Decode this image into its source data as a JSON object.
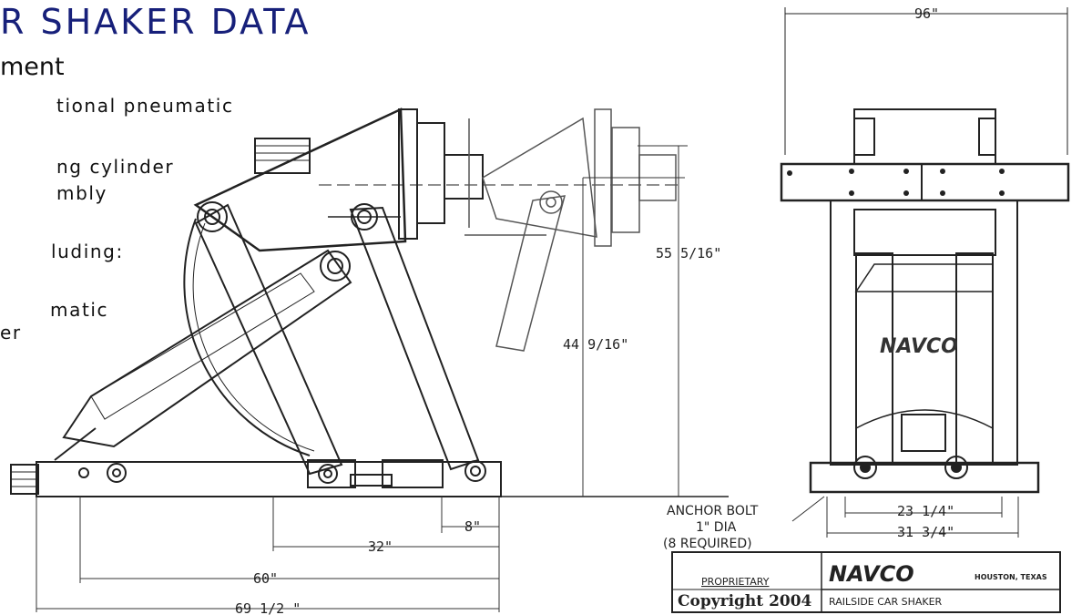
{
  "header": {
    "title": "R SHAKER DATA",
    "subhead": "ment"
  },
  "bullets": [
    "tional pneumatic",
    "ng cylinder",
    "mbly",
    "luding:",
    "matic",
    "er"
  ],
  "dimensions": {
    "width_top": "96\"",
    "height_outer": "55 5/16\"",
    "height_inner": "44 9/16\"",
    "d8": "8\"",
    "d32": "32\"",
    "d60": "60\"",
    "d69": "69 1/2 \"",
    "d23": "23 1/4\"",
    "d31": "31 3/4\""
  },
  "anchor_note": [
    "ANCHOR BOLT",
    "1\" DIA",
    "(8 REQUIRED)"
  ],
  "front_logo": "NAVCO",
  "title_block": {
    "proprietary": "PROPRIETARY",
    "copyright": "Copyright 2004",
    "logo": "NAVCO",
    "location": "HOUSTON, TEXAS",
    "description": "RAILSIDE CAR SHAKER"
  },
  "colors": {
    "title": "#17207a",
    "line": "#222222"
  }
}
